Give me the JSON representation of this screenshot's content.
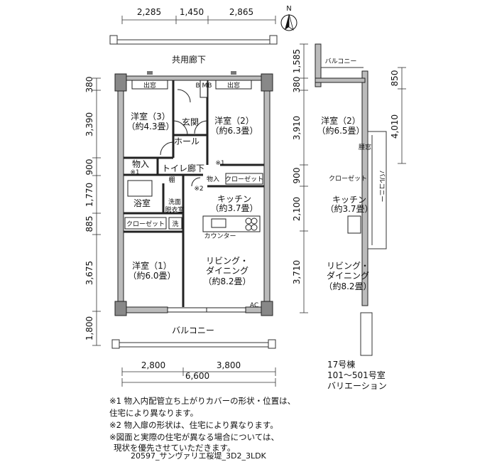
{
  "compass": {
    "label": "N"
  },
  "top_dims": [
    "2,285",
    "1,450",
    "2,865"
  ],
  "left_dims": [
    "380",
    "3,390",
    "900",
    "1,770",
    "885",
    "3,675",
    "1,800"
  ],
  "mid_dims": [
    "1,585",
    "380",
    "3,910",
    "900",
    "2,100",
    "3,710"
  ],
  "right_dims": [
    "850",
    "4,010"
  ],
  "bottom_dims": [
    "2,800",
    "3,800",
    "6,600"
  ],
  "labels": {
    "corridor": "共用廊下",
    "window": "出窓",
    "bm": "B\nMB",
    "room3": "洋室（3）",
    "room3_area": "（約4.3畳）",
    "entrance": "玄関",
    "hall": "ホール",
    "room2": "洋室（2）",
    "room2_area": "（約6.3畳）",
    "storage": "物入",
    "note1_mark": "※1",
    "note2_mark": "※2",
    "toilet": "トイレ",
    "hallway": "廊下",
    "closet": "クローゼット",
    "bath": "浴室",
    "shelf": "棚",
    "wash": "洗面\n脱衣室",
    "kitchen": "キッチン",
    "kitchen_area": "（約3.7畳）",
    "counter": "カウンター",
    "washer": "洗",
    "room1": "洋室（1）",
    "room1_area": "（約6.0畳）",
    "living": "リビング・\nダイニング",
    "living_area": "（約8.2畳）",
    "balcony": "バルコニー",
    "ac": "AC"
  },
  "variation": {
    "balcony_top": "バルコニー",
    "room2": "洋室（2）",
    "room2_area": "（約6.5畳）",
    "window": "腰窓",
    "balcony_side": "バルコニー",
    "closet": "クローゼット",
    "kitchen": "キッチン",
    "kitchen_area": "（約3.7畳）",
    "living": "リビング・\nダイニング",
    "living_area": "（約8.2畳）"
  },
  "unit_info": [
    "17号棟",
    "101～501号室",
    "バリエーション"
  ],
  "notes": [
    "※1  物入内配管立ち上がりカバーの形状・位置は、",
    "      住宅により異なります。",
    "※2  物入扉の形状は、住宅により異なります。",
    "※図面と実際の住宅が異なる場合については、",
    "    現状を優先させていただきます。"
  ],
  "plan_code": "20597_サンヴァリエ桜堤_3D2_3LDK"
}
